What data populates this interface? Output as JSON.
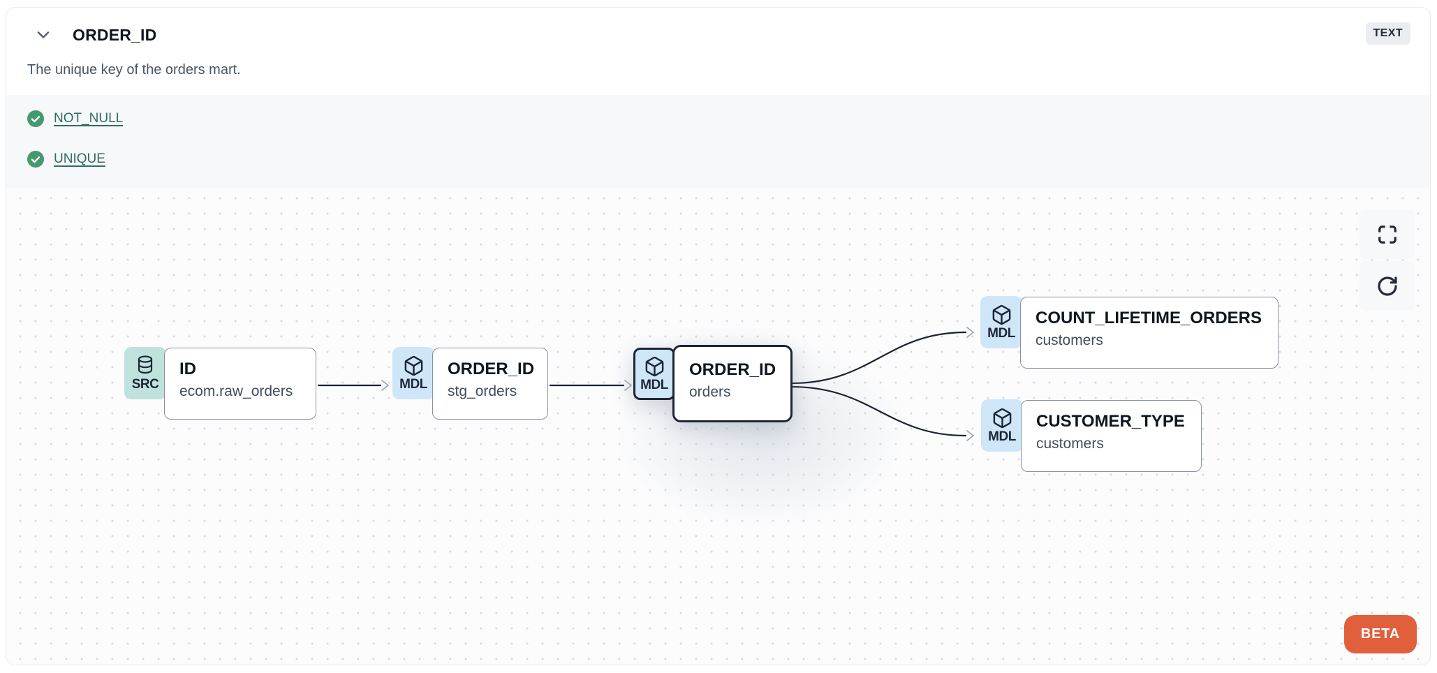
{
  "header": {
    "title": "ORDER_ID",
    "type_badge": "TEXT",
    "description": "The unique key of the orders mart."
  },
  "tests": {
    "items": [
      {
        "label": "NOT_NULL",
        "status": "pass"
      },
      {
        "label": "UNIQUE",
        "status": "pass"
      }
    ]
  },
  "lineage": {
    "nodes": [
      {
        "badge": "SRC",
        "icon": "database-icon",
        "title": "ID",
        "subtitle": "ecom.raw_orders",
        "highlighted": false
      },
      {
        "badge": "MDL",
        "icon": "cube-icon",
        "title": "ORDER_ID",
        "subtitle": "stg_orders",
        "highlighted": false
      },
      {
        "badge": "MDL",
        "icon": "cube-icon",
        "title": "ORDER_ID",
        "subtitle": "orders",
        "highlighted": true
      },
      {
        "badge": "MDL",
        "icon": "cube-icon",
        "title": "COUNT_LIFETIME_ORDERS",
        "subtitle": "customers",
        "highlighted": false
      },
      {
        "badge": "MDL",
        "icon": "cube-icon",
        "title": "CUSTOMER_TYPE",
        "subtitle": "customers",
        "highlighted": false
      }
    ],
    "edges": [
      {
        "from": "ID (ecom.raw_orders)",
        "to": "ORDER_ID (stg_orders)"
      },
      {
        "from": "ORDER_ID (stg_orders)",
        "to": "ORDER_ID (orders)"
      },
      {
        "from": "ORDER_ID (orders)",
        "to": "COUNT_LIFETIME_ORDERS (customers)"
      },
      {
        "from": "ORDER_ID (orders)",
        "to": "CUSTOMER_TYPE (customers)"
      }
    ],
    "controls": [
      "fullscreen",
      "refresh"
    ],
    "beta_label": "BETA"
  },
  "colors": {
    "beta_orange": "#e0603c",
    "pass_green": "#45996e",
    "test_link_teal": "#2e6d62",
    "src_badge_bg": "#bfe2dd",
    "mdl_badge_bg": "#cfe6f8",
    "node_border": "#8791a0",
    "highlight_border": "#1d2633",
    "edge_stroke": "#1a2230"
  }
}
